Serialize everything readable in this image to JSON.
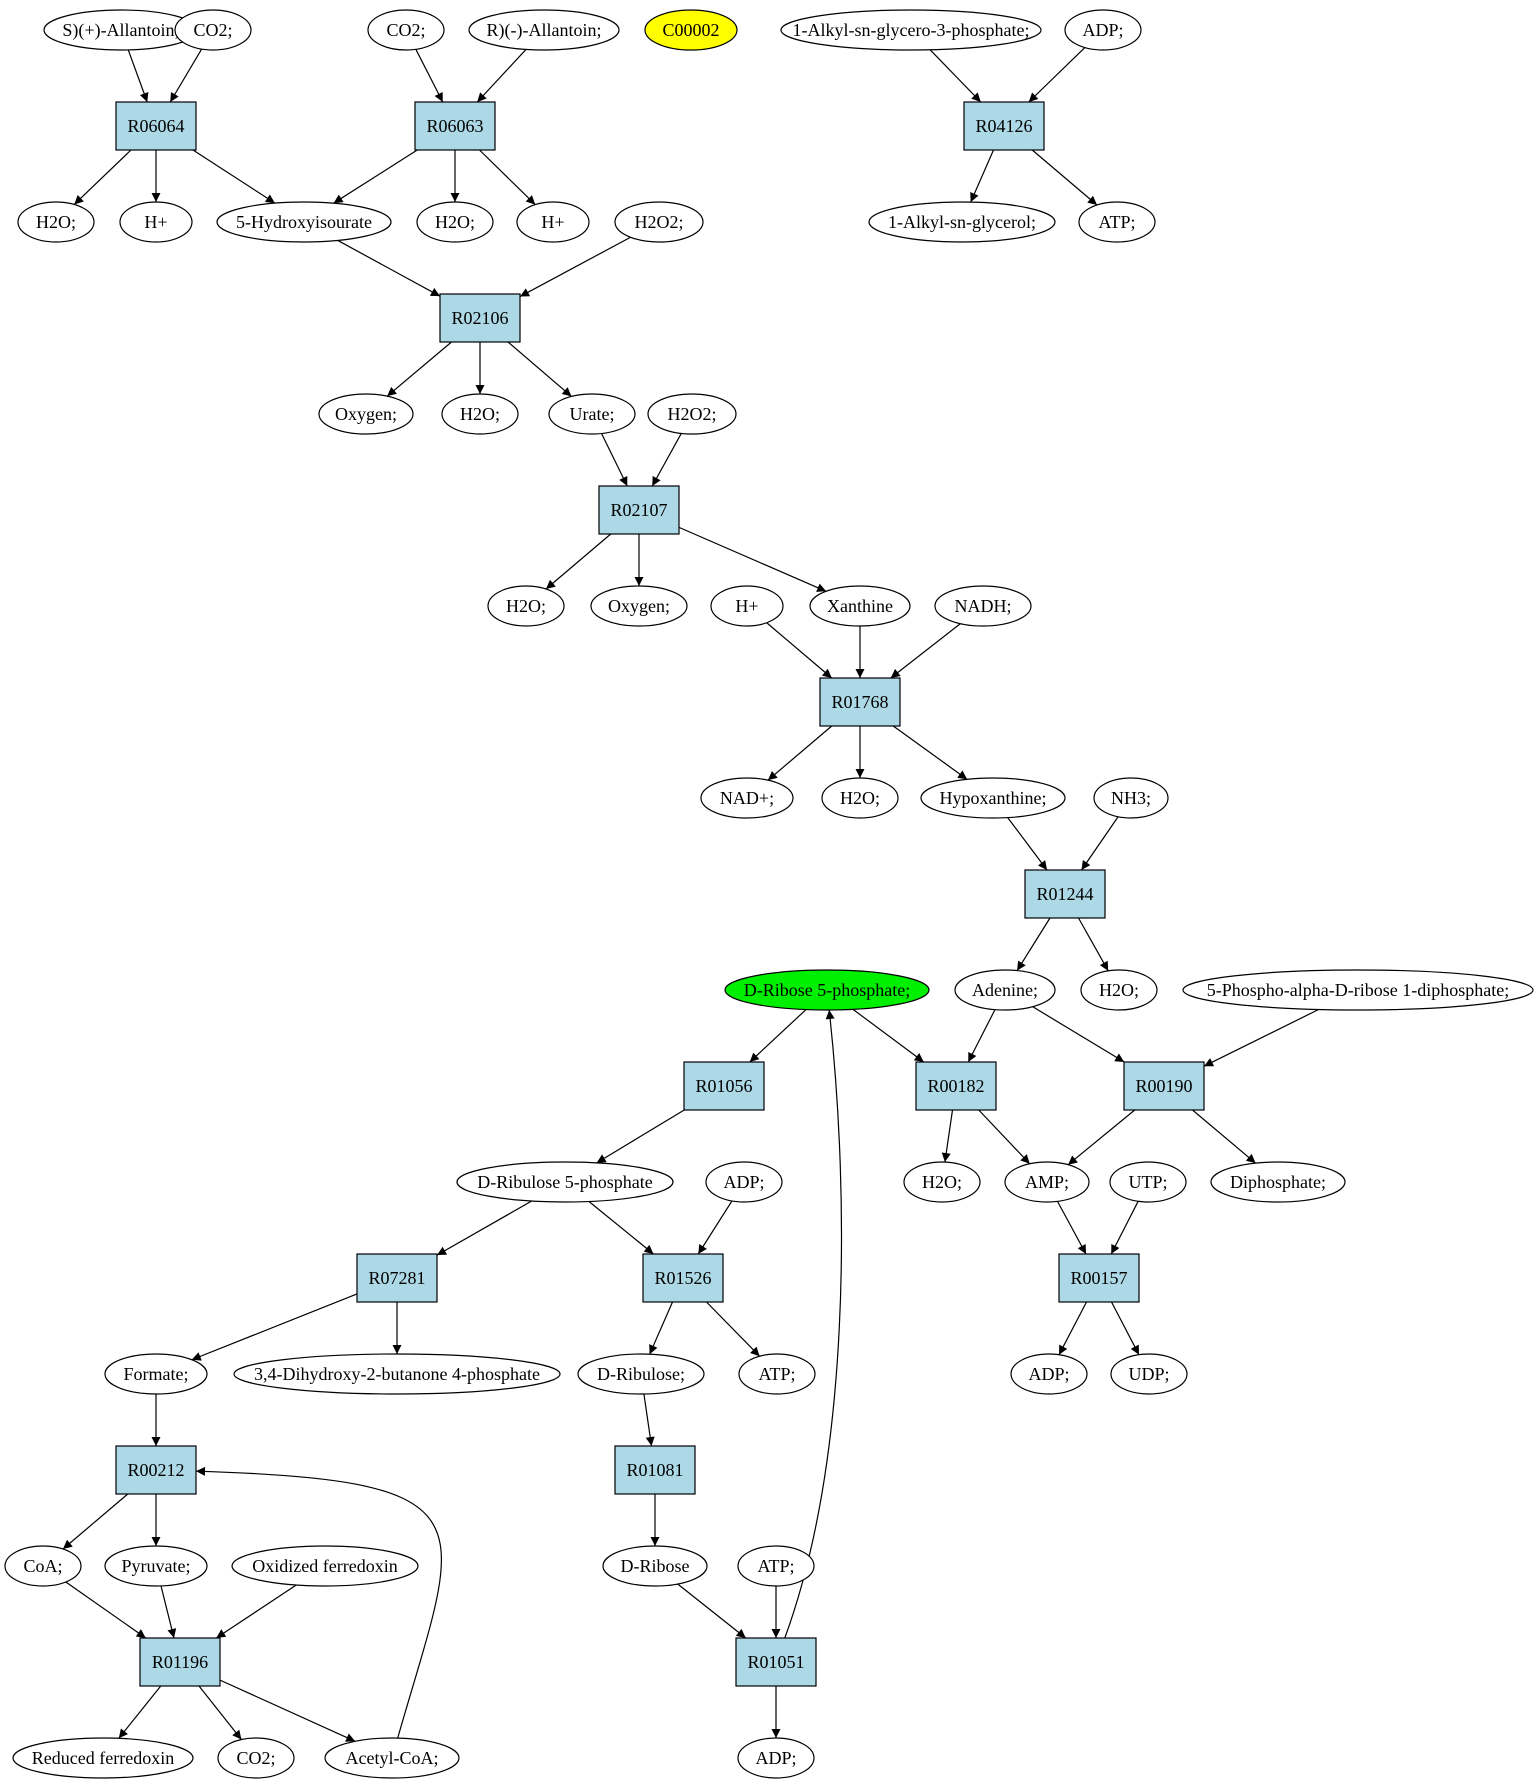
{
  "colors": {
    "reaction_fill": "#add8e6",
    "compound_fill": "#ffffff",
    "highlight_yellow": "#ffff00",
    "highlight_green": "#00ee00",
    "stroke": "#000000"
  },
  "nodes": [
    {
      "id": "s_allantoin",
      "kind": "compound",
      "label": "S)(+)-Allantoin;"
    },
    {
      "id": "co2_a",
      "kind": "compound",
      "label": "CO2;"
    },
    {
      "id": "co2_b",
      "kind": "compound",
      "label": "CO2;"
    },
    {
      "id": "r_allantoin",
      "kind": "compound",
      "label": "R)(-)-Allantoin;"
    },
    {
      "id": "c00002",
      "kind": "compound",
      "label": "C00002",
      "fill": "highlight_yellow"
    },
    {
      "id": "alkyl_g3p",
      "kind": "compound",
      "label": "1-Alkyl-sn-glycero-3-phosphate;"
    },
    {
      "id": "adp_a",
      "kind": "compound",
      "label": "ADP;"
    },
    {
      "id": "R06064",
      "kind": "reaction",
      "label": "R06064"
    },
    {
      "id": "R06063",
      "kind": "reaction",
      "label": "R06063"
    },
    {
      "id": "R04126",
      "kind": "reaction",
      "label": "R04126"
    },
    {
      "id": "h2o_a",
      "kind": "compound",
      "label": "H2O;"
    },
    {
      "id": "hplus_a",
      "kind": "compound",
      "label": "H+"
    },
    {
      "id": "hydroxyisourate",
      "kind": "compound",
      "label": "5-Hydroxyisourate"
    },
    {
      "id": "h2o_b",
      "kind": "compound",
      "label": "H2O;"
    },
    {
      "id": "hplus_b",
      "kind": "compound",
      "label": "H+"
    },
    {
      "id": "h2o2_a",
      "kind": "compound",
      "label": "H2O2;"
    },
    {
      "id": "alkyl_glycerol",
      "kind": "compound",
      "label": "1-Alkyl-sn-glycerol;"
    },
    {
      "id": "atp_a",
      "kind": "compound",
      "label": "ATP;"
    },
    {
      "id": "R02106",
      "kind": "reaction",
      "label": "R02106"
    },
    {
      "id": "oxygen_a",
      "kind": "compound",
      "label": "Oxygen;"
    },
    {
      "id": "h2o_c",
      "kind": "compound",
      "label": "H2O;"
    },
    {
      "id": "urate",
      "kind": "compound",
      "label": "Urate;"
    },
    {
      "id": "h2o2_b",
      "kind": "compound",
      "label": "H2O2;"
    },
    {
      "id": "R02107",
      "kind": "reaction",
      "label": "R02107"
    },
    {
      "id": "h2o_d",
      "kind": "compound",
      "label": "H2O;"
    },
    {
      "id": "oxygen_b",
      "kind": "compound",
      "label": "Oxygen;"
    },
    {
      "id": "hplus_c",
      "kind": "compound",
      "label": "H+"
    },
    {
      "id": "xanthine",
      "kind": "compound",
      "label": "Xanthine"
    },
    {
      "id": "nadh",
      "kind": "compound",
      "label": "NADH;"
    },
    {
      "id": "R01768",
      "kind": "reaction",
      "label": "R01768"
    },
    {
      "id": "nadplus",
      "kind": "compound",
      "label": "NAD+;"
    },
    {
      "id": "h2o_e",
      "kind": "compound",
      "label": "H2O;"
    },
    {
      "id": "hypoxanthine",
      "kind": "compound",
      "label": "Hypoxanthine;"
    },
    {
      "id": "nh3",
      "kind": "compound",
      "label": "NH3;"
    },
    {
      "id": "R01244",
      "kind": "reaction",
      "label": "R01244"
    },
    {
      "id": "ribose5p",
      "kind": "compound",
      "label": "D-Ribose 5-phosphate;",
      "fill": "highlight_green"
    },
    {
      "id": "adenine",
      "kind": "compound",
      "label": "Adenine;"
    },
    {
      "id": "h2o_f",
      "kind": "compound",
      "label": "H2O;"
    },
    {
      "id": "prpp",
      "kind": "compound",
      "label": "5-Phospho-alpha-D-ribose 1-diphosphate;"
    },
    {
      "id": "R01056",
      "kind": "reaction",
      "label": "R01056"
    },
    {
      "id": "R00182",
      "kind": "reaction",
      "label": "R00182"
    },
    {
      "id": "R00190",
      "kind": "reaction",
      "label": "R00190"
    },
    {
      "id": "ribulose5p",
      "kind": "compound",
      "label": "D-Ribulose 5-phosphate"
    },
    {
      "id": "adp_b",
      "kind": "compound",
      "label": "ADP;"
    },
    {
      "id": "h2o_g",
      "kind": "compound",
      "label": "H2O;"
    },
    {
      "id": "amp",
      "kind": "compound",
      "label": "AMP;"
    },
    {
      "id": "utp",
      "kind": "compound",
      "label": "UTP;"
    },
    {
      "id": "diphosphate",
      "kind": "compound",
      "label": "Diphosphate;"
    },
    {
      "id": "R07281",
      "kind": "reaction",
      "label": "R07281"
    },
    {
      "id": "R01526",
      "kind": "reaction",
      "label": "R01526"
    },
    {
      "id": "R00157",
      "kind": "reaction",
      "label": "R00157"
    },
    {
      "id": "formate",
      "kind": "compound",
      "label": "Formate;"
    },
    {
      "id": "dhbp",
      "kind": "compound",
      "label": "3,4-Dihydroxy-2-butanone 4-phosphate"
    },
    {
      "id": "ribulose",
      "kind": "compound",
      "label": "D-Ribulose;"
    },
    {
      "id": "atp_b",
      "kind": "compound",
      "label": "ATP;"
    },
    {
      "id": "adp_c",
      "kind": "compound",
      "label": "ADP;"
    },
    {
      "id": "udp",
      "kind": "compound",
      "label": "UDP;"
    },
    {
      "id": "R00212",
      "kind": "reaction",
      "label": "R00212"
    },
    {
      "id": "R01081",
      "kind": "reaction",
      "label": "R01081"
    },
    {
      "id": "coa",
      "kind": "compound",
      "label": "CoA;"
    },
    {
      "id": "pyruvate",
      "kind": "compound",
      "label": "Pyruvate;"
    },
    {
      "id": "ox_ferredoxin",
      "kind": "compound",
      "label": "Oxidized ferredoxin"
    },
    {
      "id": "dribose",
      "kind": "compound",
      "label": "D-Ribose"
    },
    {
      "id": "atp_c",
      "kind": "compound",
      "label": "ATP;"
    },
    {
      "id": "R01196",
      "kind": "reaction",
      "label": "R01196"
    },
    {
      "id": "R01051",
      "kind": "reaction",
      "label": "R01051"
    },
    {
      "id": "red_ferredoxin",
      "kind": "compound",
      "label": "Reduced ferredoxin"
    },
    {
      "id": "co2_c",
      "kind": "compound",
      "label": "CO2;"
    },
    {
      "id": "acetylcoa",
      "kind": "compound",
      "label": "Acetyl-CoA;"
    },
    {
      "id": "adp_d",
      "kind": "compound",
      "label": "ADP;"
    }
  ],
  "edges": [
    [
      "s_allantoin",
      "R06064"
    ],
    [
      "co2_a",
      "R06064"
    ],
    [
      "co2_b",
      "R06063"
    ],
    [
      "r_allantoin",
      "R06063"
    ],
    [
      "alkyl_g3p",
      "R04126"
    ],
    [
      "adp_a",
      "R04126"
    ],
    [
      "R06064",
      "h2o_a"
    ],
    [
      "R06064",
      "hplus_a"
    ],
    [
      "R06064",
      "hydroxyisourate"
    ],
    [
      "R06063",
      "hydroxyisourate"
    ],
    [
      "R06063",
      "h2o_b"
    ],
    [
      "R06063",
      "hplus_b"
    ],
    [
      "R04126",
      "alkyl_glycerol"
    ],
    [
      "R04126",
      "atp_a"
    ],
    [
      "hydroxyisourate",
      "R02106"
    ],
    [
      "h2o2_a",
      "R02106"
    ],
    [
      "R02106",
      "oxygen_a"
    ],
    [
      "R02106",
      "h2o_c"
    ],
    [
      "R02106",
      "urate"
    ],
    [
      "urate",
      "R02107"
    ],
    [
      "h2o2_b",
      "R02107"
    ],
    [
      "R02107",
      "h2o_d"
    ],
    [
      "R02107",
      "oxygen_b"
    ],
    [
      "R02107",
      "xanthine"
    ],
    [
      "hplus_c",
      "R01768"
    ],
    [
      "xanthine",
      "R01768"
    ],
    [
      "nadh",
      "R01768"
    ],
    [
      "R01768",
      "nadplus"
    ],
    [
      "R01768",
      "h2o_e"
    ],
    [
      "R01768",
      "hypoxanthine"
    ],
    [
      "hypoxanthine",
      "R01244"
    ],
    [
      "nh3",
      "R01244"
    ],
    [
      "R01244",
      "adenine"
    ],
    [
      "R01244",
      "h2o_f"
    ],
    [
      "ribose5p",
      "R01056"
    ],
    [
      "ribose5p",
      "R00182"
    ],
    [
      "adenine",
      "R00182"
    ],
    [
      "adenine",
      "R00190"
    ],
    [
      "prpp",
      "R00190"
    ],
    [
      "R01056",
      "ribulose5p"
    ],
    [
      "R00182",
      "h2o_g"
    ],
    [
      "R00182",
      "amp"
    ],
    [
      "R00190",
      "amp"
    ],
    [
      "R00190",
      "diphosphate"
    ],
    [
      "ribulose5p",
      "R07281"
    ],
    [
      "ribulose5p",
      "R01526"
    ],
    [
      "adp_b",
      "R01526"
    ],
    [
      "amp",
      "R00157"
    ],
    [
      "utp",
      "R00157"
    ],
    [
      "R07281",
      "formate"
    ],
    [
      "R07281",
      "dhbp"
    ],
    [
      "R01526",
      "ribulose"
    ],
    [
      "R01526",
      "atp_b"
    ],
    [
      "R00157",
      "adp_c"
    ],
    [
      "R00157",
      "udp"
    ],
    [
      "formate",
      "R00212"
    ],
    [
      "ribulose",
      "R01081"
    ],
    [
      "R00212",
      "coa"
    ],
    [
      "R00212",
      "pyruvate"
    ],
    [
      "R01081",
      "dribose"
    ],
    [
      "coa",
      "R01196"
    ],
    [
      "pyruvate",
      "R01196"
    ],
    [
      "ox_ferredoxin",
      "R01196"
    ],
    [
      "dribose",
      "R01051"
    ],
    [
      "atp_c",
      "R01051"
    ],
    [
      "R01196",
      "red_ferredoxin"
    ],
    [
      "R01196",
      "co2_c"
    ],
    [
      "R01196",
      "acetylcoa"
    ],
    [
      "R01051",
      "adp_d"
    ],
    [
      "acetylcoa",
      "R00212"
    ],
    [
      "R01051",
      "ribose5p"
    ]
  ]
}
